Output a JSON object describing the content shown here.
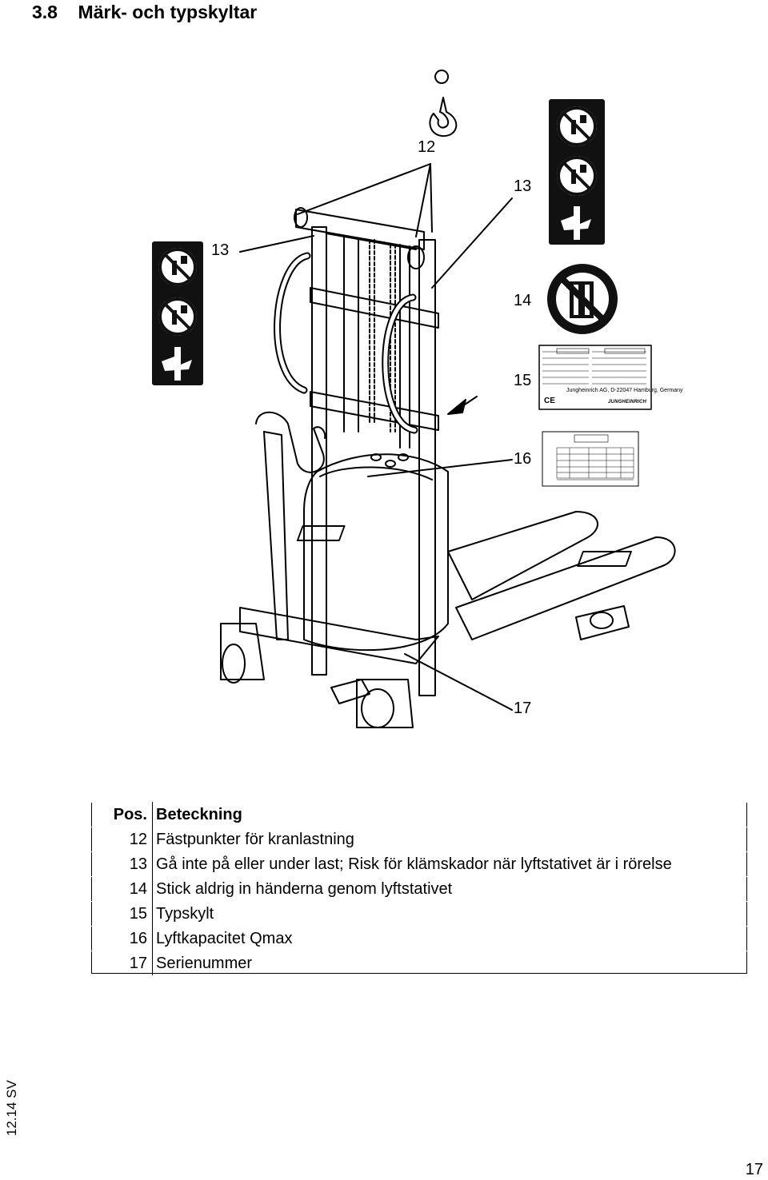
{
  "header": {
    "section_number": "3.8",
    "section_title": "Märk- och typskyltar"
  },
  "callouts": {
    "c12": "12",
    "c13_right": "13",
    "c13_left": "13",
    "c14": "14",
    "c15": "15",
    "c16": "16",
    "c17": "17"
  },
  "type_plate": {
    "manufacturer": "Jungheinrich AG, D-22047 Hamburg, Germany",
    "brand": "JUNGHEINRICH",
    "ce_mark": "CE"
  },
  "legend": {
    "header_pos": "Pos.",
    "header_desc": "Beteckning",
    "rows": [
      {
        "pos": "12",
        "desc": "Fästpunkter för kranlastning"
      },
      {
        "pos": "13",
        "desc": "Gå inte på eller under last; Risk för klämskador när lyftstativet är i rörelse"
      },
      {
        "pos": "14",
        "desc": "Stick aldrig in händerna genom lyftstativet"
      },
      {
        "pos": "15",
        "desc": "Typskylt"
      },
      {
        "pos": "16",
        "desc": "Lyftkapacitet Qmax"
      },
      {
        "pos": "17",
        "desc": "Serienummer"
      }
    ]
  },
  "footer": {
    "date_lang": "12.14 SV",
    "page_number": "17"
  },
  "icons": [
    "crane-hook-icon",
    "no-standing-under-load-icon",
    "crush-hazard-icon",
    "no-hands-through-mast-icon"
  ]
}
